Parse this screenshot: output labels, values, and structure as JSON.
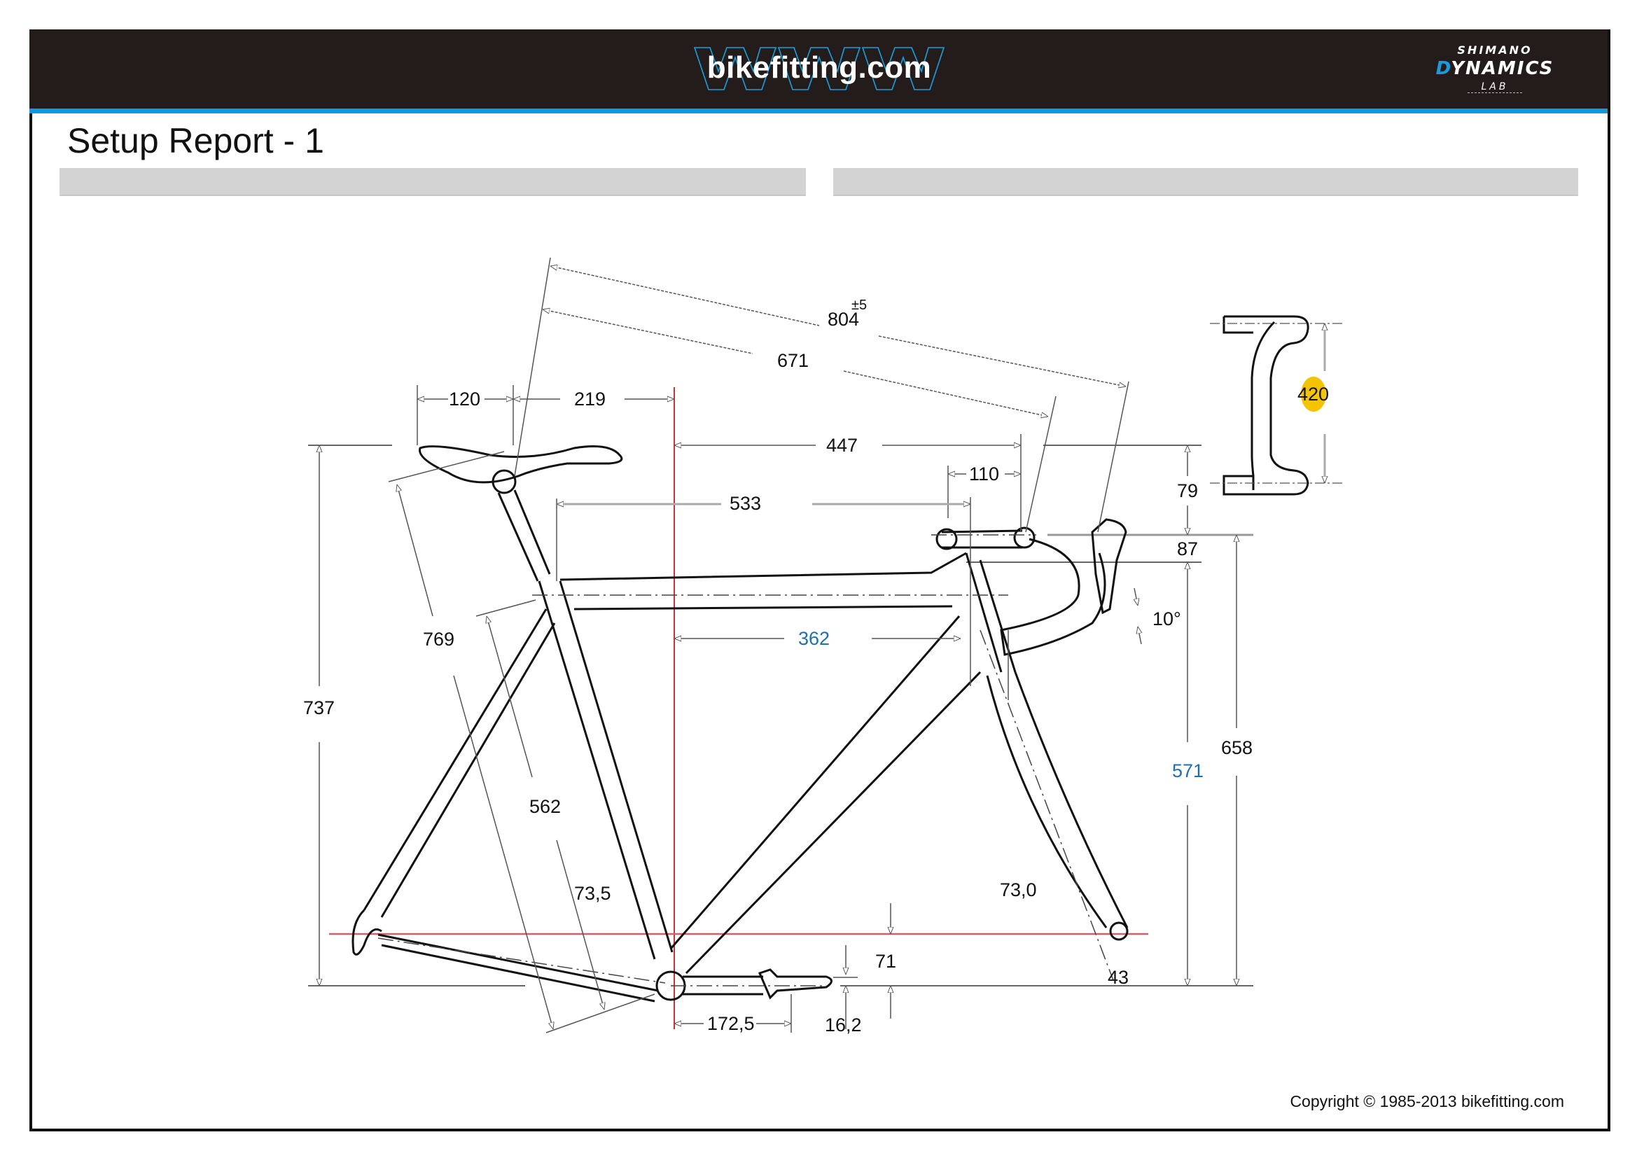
{
  "header": {
    "brand": "bikefitting.com",
    "partner_logo": {
      "line1": "SHIMANO",
      "line2_first": "D",
      "line2_rest": "YNAMICS",
      "line3": "LAB"
    }
  },
  "title": "Setup Report - 1",
  "dimensions": {
    "saddle_to_bar_reach": "804",
    "saddle_to_bar_tolerance": "±5",
    "saddle_to_hood_reach": "671",
    "saddle_setback_nose": "120",
    "saddle_setback_clamp": "219",
    "bb_to_bar_horizontal": "447",
    "stem_length": "110",
    "top_tube_effective": "533",
    "drop_saddle_to_bar": "79",
    "bar_to_headtube_top": "87",
    "lever_angle": "10°",
    "saddle_height_from_ground": "737",
    "saddle_height_bb": "769",
    "seat_tube_length": "562",
    "reach_frame": "362",
    "stack_frame": "571",
    "bar_height_ground": "658",
    "seat_tube_angle": "73,5",
    "head_tube_angle": "73,0",
    "bb_drop": "71",
    "crank_length": "172,5",
    "pedal_stack": "16,2",
    "fork_offset": "43",
    "handlebar_width": "420"
  },
  "colors": {
    "header_bg": "#231c1b",
    "accent_blue": "#0f9ae0",
    "highlight": "#f5c400",
    "reference_red": "#b83a3a",
    "blue_values": "#1f6fb0"
  },
  "footer": {
    "copyright": "Copyright © 1985-2013 bikefitting.com"
  }
}
